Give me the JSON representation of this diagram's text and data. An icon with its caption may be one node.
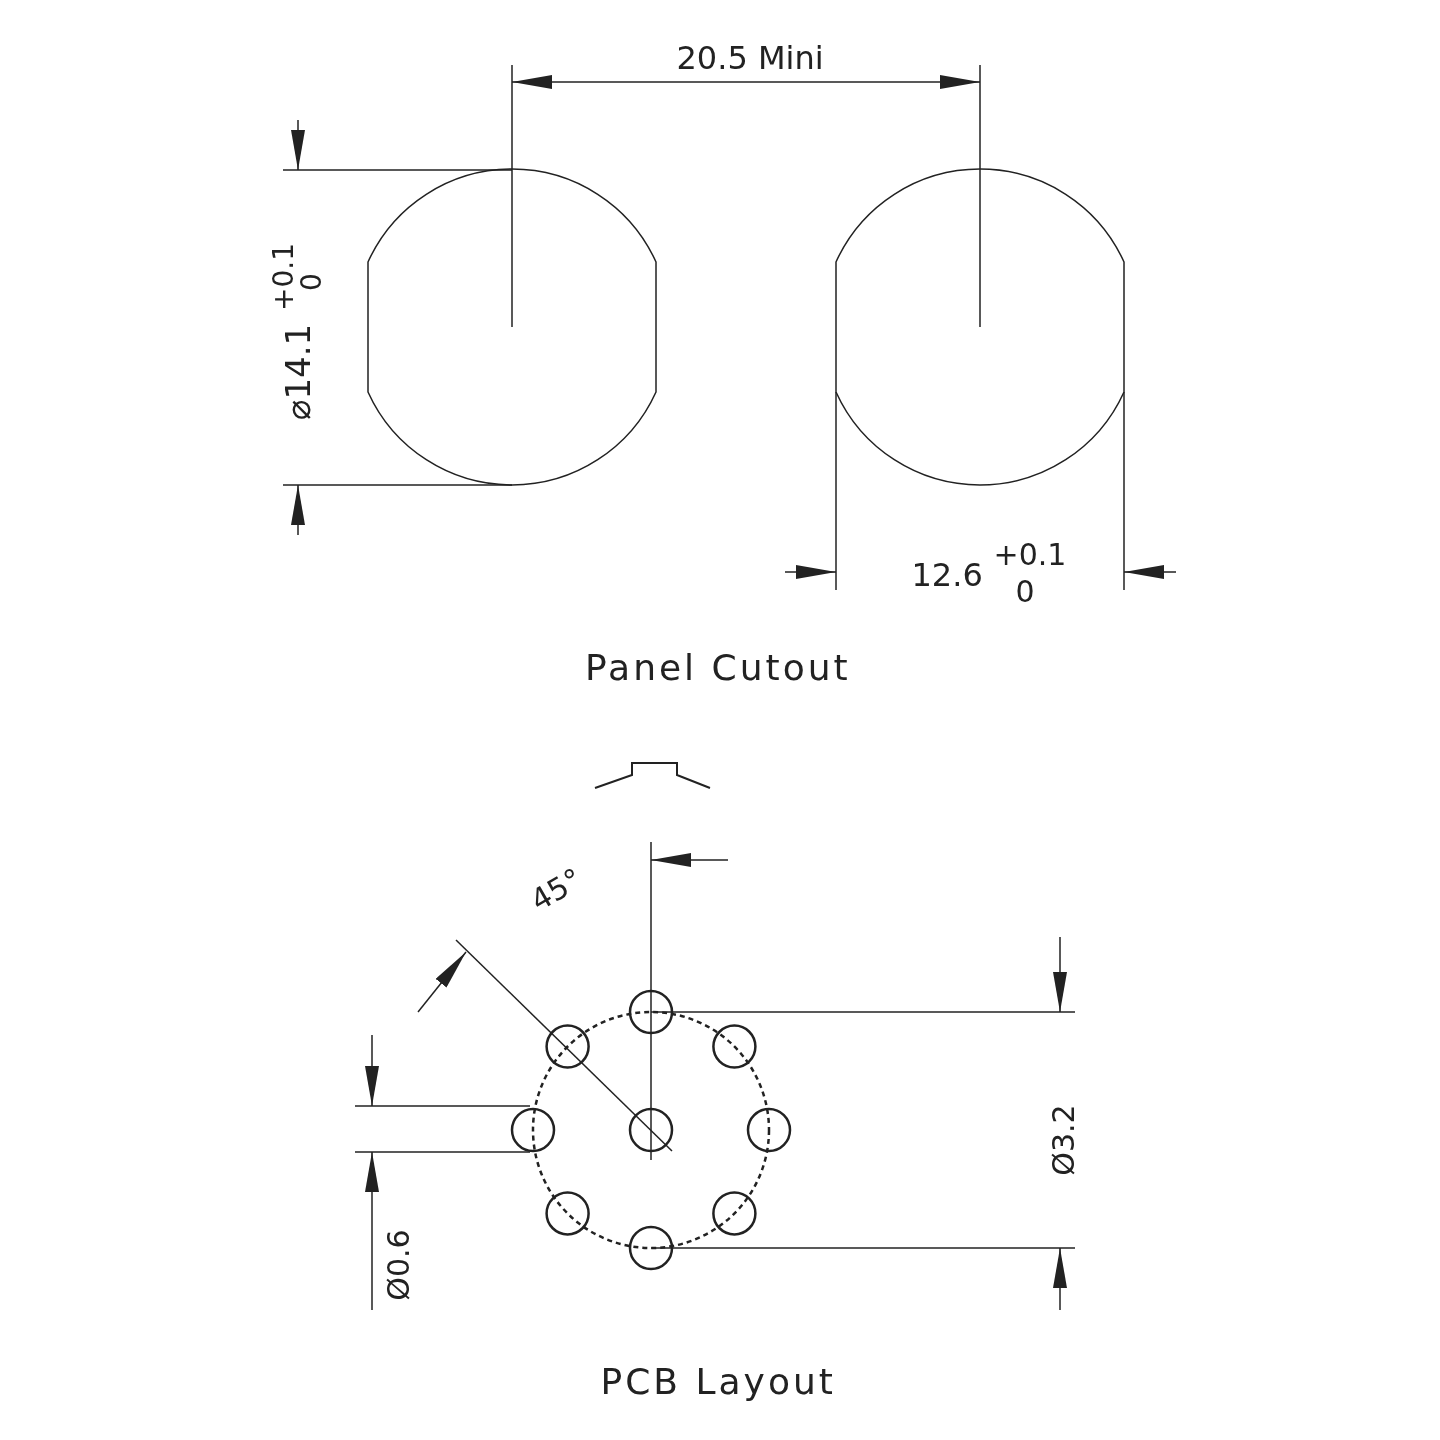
{
  "diagram": {
    "labels": [
      "20.5 Mini",
      "⌀14.1",
      "+0.1",
      "0",
      "12.6",
      "+0.1",
      "0",
      "Panel Cutout",
      "45°",
      "Ø0.6",
      "Ø3.2",
      "PCB Layout"
    ]
  }
}
